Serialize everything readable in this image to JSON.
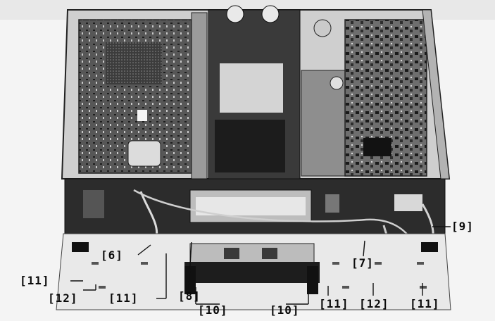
{
  "callouts": [
    {
      "id": "6",
      "text": "[6]"
    },
    {
      "id": "7",
      "text": "[7]"
    },
    {
      "id": "8",
      "text": "[8]"
    },
    {
      "id": "9",
      "text": "[9]"
    },
    {
      "id": "10a",
      "text": "[10]"
    },
    {
      "id": "10b",
      "text": "[10]"
    },
    {
      "id": "11a",
      "text": "[11]"
    },
    {
      "id": "11b",
      "text": "[11]"
    },
    {
      "id": "11c",
      "text": "[11]"
    },
    {
      "id": "11d",
      "text": "[11]"
    },
    {
      "id": "12a",
      "text": "[12]"
    },
    {
      "id": "12b",
      "text": "[12]"
    }
  ]
}
